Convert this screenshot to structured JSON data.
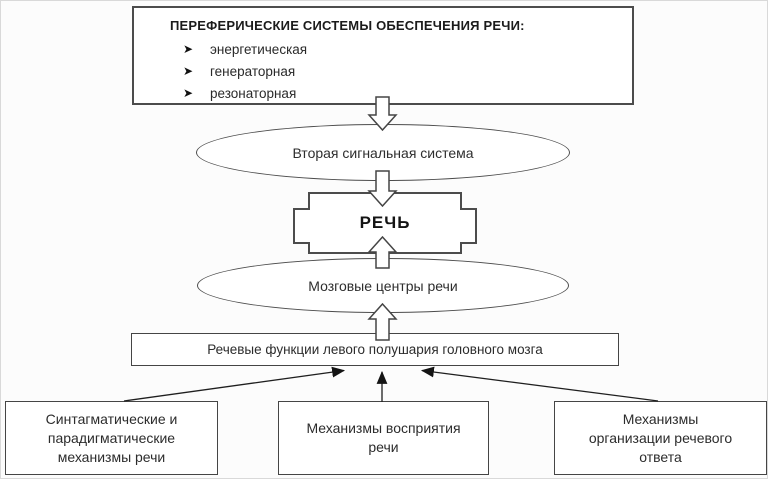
{
  "theme": {
    "background": "#fcfcfc",
    "frame_border": "#d9d9d9",
    "box_fill": "#ffffff",
    "line_color": "#4c4c4c",
    "arrow_fill_color": "#141414",
    "text_color": "#2e2e2e"
  },
  "top_box": {
    "title": "ПЕРЕФЕРИЧЕСКИЕ СИСТЕМЫ ОБЕСПЕЧЕНИЯ РЕЧИ:",
    "bullet_glyph": "➤",
    "items": [
      "энергетическая",
      "генераторная",
      "резонаторная"
    ]
  },
  "ellipse_top": {
    "label": "Вторая сигнальная система"
  },
  "speech_block": {
    "label": "РЕЧЬ"
  },
  "ellipse_bottom": {
    "label": "Мозговые центры речи"
  },
  "functions_box": {
    "label": "Речевые функции левого полушария головного мозга"
  },
  "bottom_boxes": [
    {
      "lines": [
        "Синтагматические и",
        "парадигматические",
        "механизмы речи"
      ]
    },
    {
      "lines": [
        "Механизмы восприятия",
        "речи"
      ]
    },
    {
      "lines": [
        "Механизмы",
        "организации речевого",
        "ответа"
      ]
    }
  ]
}
